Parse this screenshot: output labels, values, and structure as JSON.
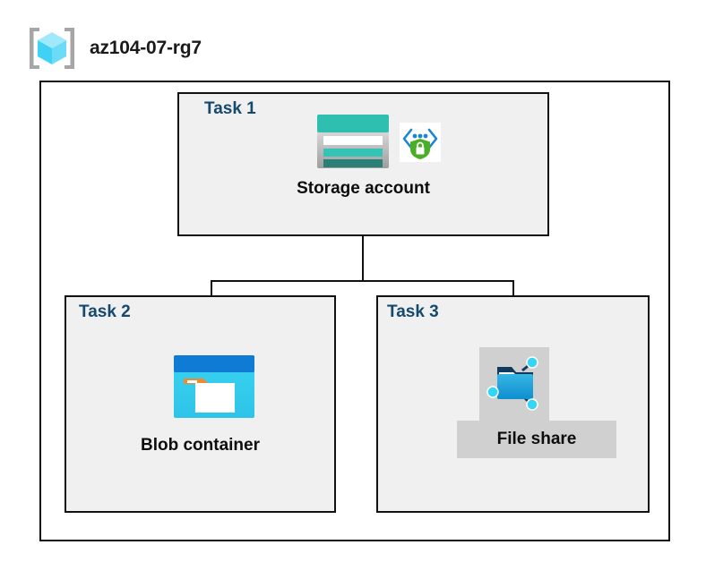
{
  "header": {
    "icon": "resource-group-icon",
    "title": "az104-07-rg7"
  },
  "diagram": {
    "type": "azure-architecture-diagram",
    "container_label": "az104-07-rg7",
    "tasks": [
      {
        "id": "task1",
        "label": "Task 1",
        "node_label": "Storage account",
        "icons": [
          "storage-account-icon",
          "secure-endpoint-lock-icon"
        ],
        "highlighted": false
      },
      {
        "id": "task2",
        "label": "Task 2",
        "node_label": "Blob container",
        "icons": [
          "blob-container-icon"
        ],
        "highlighted": false
      },
      {
        "id": "task3",
        "label": "Task 3",
        "node_label": "File share",
        "icons": [
          "file-share-icon"
        ],
        "highlighted": true
      }
    ],
    "connections": [
      {
        "from": "Storage account",
        "to": "Blob container"
      },
      {
        "from": "Storage account",
        "to": "File share"
      }
    ]
  },
  "colors": {
    "task_label": "#15496e",
    "node_label": "#0d0d0d",
    "panel_background": "#f0f0f0",
    "highlight_background": "#d0d0d0",
    "border": "#111111",
    "storage_teal": "#2fbfb0",
    "storage_teal_dark": "#2a8f86",
    "blob_blue": "#0f7bd4",
    "blob_cyan": "#32d1f0",
    "blob_orange": "#f2892f",
    "shield_green": "#4cae27",
    "cube_cyan": "#66e0fa",
    "bracket_gray": "#a6a6a6"
  }
}
